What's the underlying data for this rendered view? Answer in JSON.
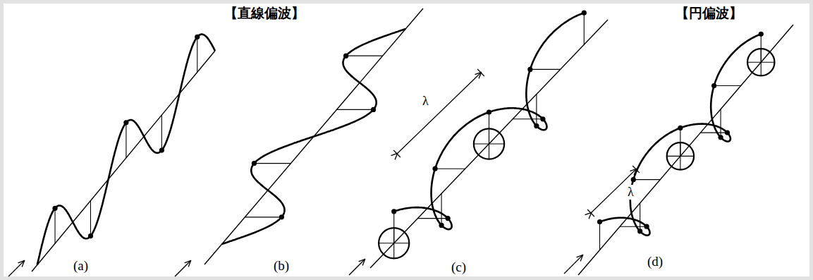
{
  "diagram": {
    "labels": [
      "【直線偏波】",
      "【円偏波】",
      "(a)",
      "(b)",
      "(c)",
      "λ",
      "(d)",
      "λ"
    ]
  }
}
